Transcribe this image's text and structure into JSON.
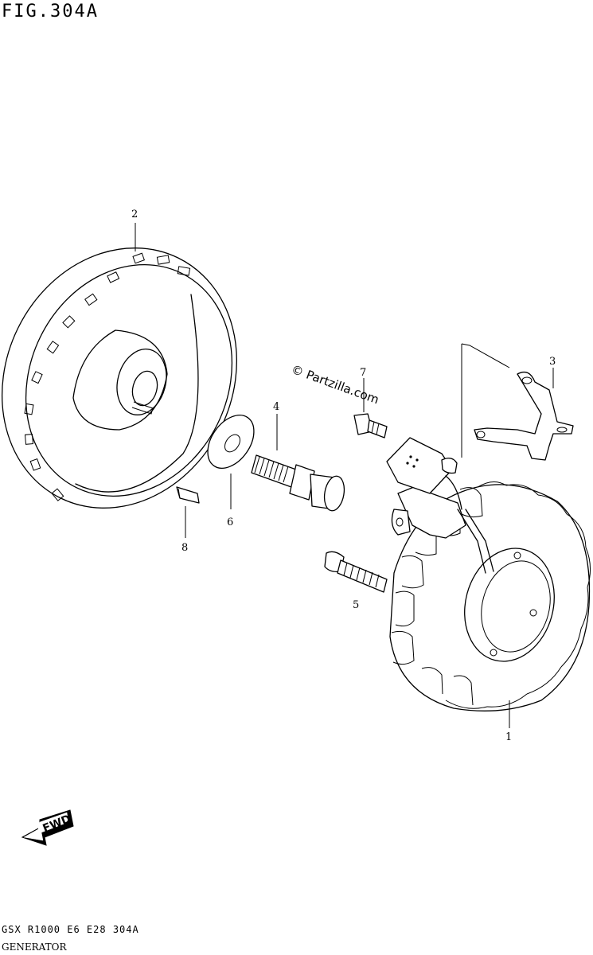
{
  "figure": {
    "title": "FIG.304A"
  },
  "footer": {
    "code": "GSX R1000 E6 E28 304A",
    "name": "GENERATOR"
  },
  "watermark": "© Partzilla.com",
  "badge": {
    "text": "FWD",
    "icon": "fwd-arrow-icon"
  },
  "callouts": [
    {
      "id": "flywheel",
      "number": "2"
    },
    {
      "id": "bracket",
      "number": "3"
    },
    {
      "id": "flywheel-bolt",
      "number": "4"
    },
    {
      "id": "stator-bolt",
      "number": "5"
    },
    {
      "id": "washer",
      "number": "6"
    },
    {
      "id": "clamp-bolt",
      "number": "7"
    },
    {
      "id": "key",
      "number": "8"
    },
    {
      "id": "stator",
      "number": "1"
    }
  ]
}
